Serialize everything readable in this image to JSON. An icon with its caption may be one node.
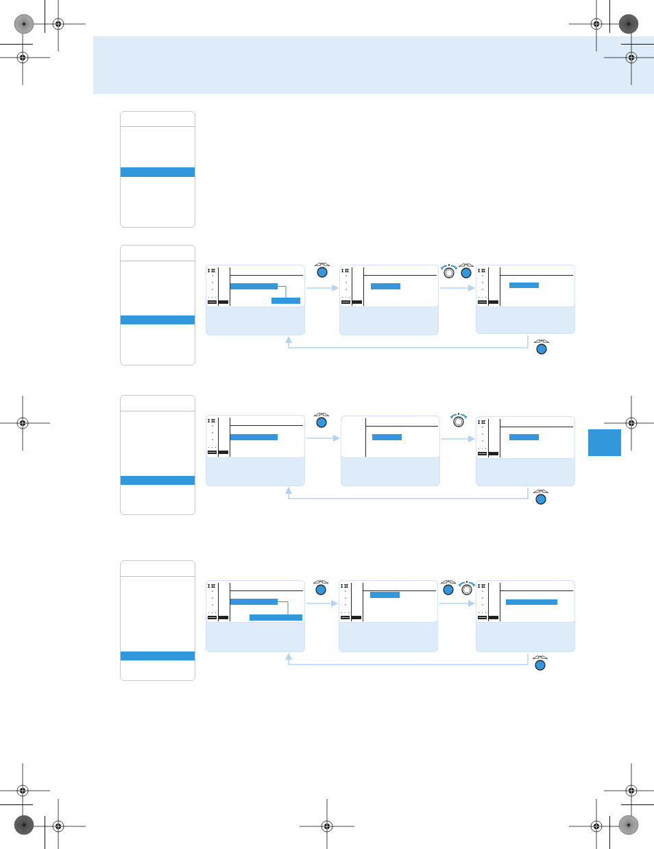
{
  "diagram": {
    "nodes": [
      {
        "text": [],
        "shape": "box"
      },
      {
        "text": [],
        "shape": "box"
      },
      {
        "text": [],
        "shape": "box"
      },
      {
        "text": [],
        "shape": "box"
      },
      {
        "text": [],
        "shape": "box"
      },
      {
        "text": [],
        "shape": "box"
      },
      {
        "text": [],
        "shape": "box"
      },
      {
        "text": [],
        "shape": "box"
      },
      {
        "text": [],
        "shape": "box"
      },
      {
        "text": [],
        "shape": "box"
      },
      {
        "text": [],
        "shape": "box"
      },
      {
        "text": [],
        "shape": "box"
      },
      {
        "text": [],
        "shape": "box"
      }
    ],
    "edges": [
      {
        "from": 2,
        "to": 3,
        "arrow": "to"
      },
      {
        "from": 3,
        "to": 4,
        "arrow": "to"
      },
      {
        "from": 4,
        "to": 2,
        "arrow": "to"
      },
      {
        "from": 6,
        "to": 7,
        "arrow": "to"
      },
      {
        "from": 7,
        "to": 8,
        "arrow": "to"
      },
      {
        "from": 8,
        "to": 6,
        "arrow": "to"
      },
      {
        "from": 10,
        "to": 11,
        "arrow": "to"
      },
      {
        "from": 11,
        "to": 12,
        "arrow": "to"
      },
      {
        "from": 12,
        "to": 10,
        "arrow": "to"
      }
    ]
  }
}
